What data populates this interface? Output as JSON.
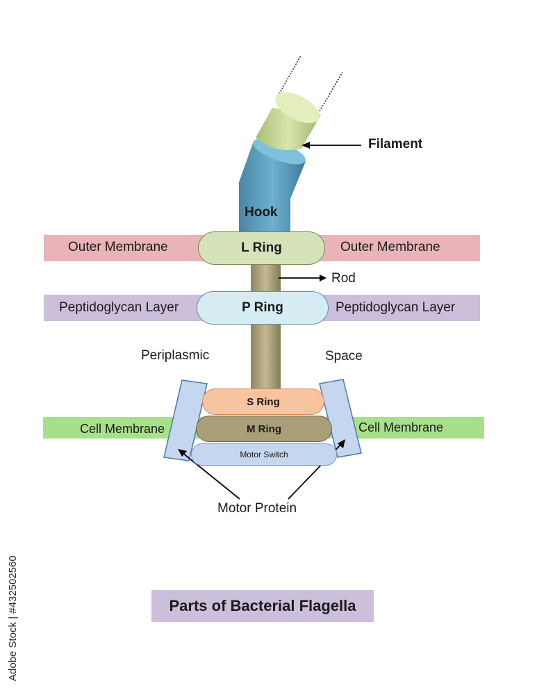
{
  "labels": {
    "filament": "Filament",
    "hook": "Hook",
    "rod": "Rod",
    "outer_membrane_left": "Outer Membrane",
    "outer_membrane_right": "Outer Membrane",
    "peptidoglycan_left": "Peptidoglycan Layer",
    "peptidoglycan_right": "Peptidoglycan Layer",
    "periplasmic": "Periplasmic",
    "space": "Space",
    "cell_membrane_left": "Cell Membrane",
    "cell_membrane_right": "Cell Membrane",
    "motor_protein": "Motor Protein"
  },
  "rings": {
    "l_ring": "L Ring",
    "p_ring": "P Ring",
    "s_ring": "S Ring",
    "m_ring": "M Ring",
    "motor_switch": "Motor Switch"
  },
  "title": "Parts of Bacterial Flagella",
  "watermark": "Adobe Stock | #432502560",
  "colors": {
    "outer_membrane": "#e8b4b8",
    "peptidoglycan": "#cbbfdc",
    "cell_membrane": "#a8e08a",
    "filament": "#c8d79a",
    "hook": "#5b9fbf",
    "rod": "#a99e78",
    "l_ring": "#d6e3b8",
    "p_ring": "#d6ecf3",
    "s_ring": "#f8c39f",
    "m_ring": "#a99e78",
    "motor_switch": "#c5d6ef",
    "motor_protein": "#c5d6ef"
  }
}
